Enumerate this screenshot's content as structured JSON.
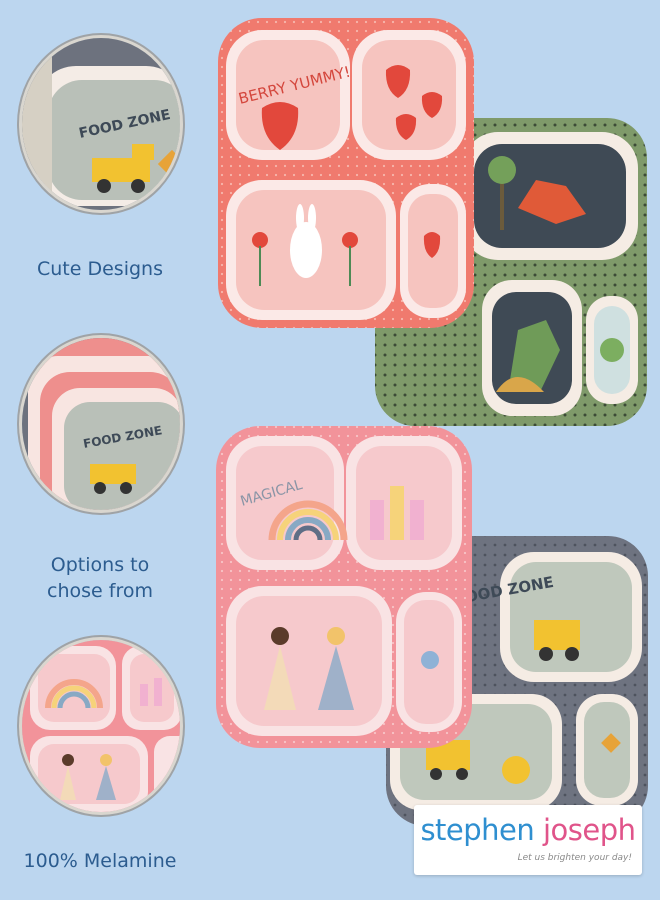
{
  "features": [
    {
      "id": "designs",
      "label": "Cute Designs"
    },
    {
      "id": "options",
      "label": "Options to\nchose from"
    },
    {
      "id": "material",
      "label": "100% Melamine"
    }
  ],
  "plates": {
    "berry": {
      "text": "BERRY YUMMY!",
      "color": "#f07a6e"
    },
    "dino": {
      "color": "#7f9a6a"
    },
    "magical": {
      "text": "MAGICAL",
      "color": "#f2939a"
    },
    "construction": {
      "text": "FOOD ZONE",
      "color": "#6e7380"
    }
  },
  "brand": {
    "word_one": "stephen",
    "word_two": "joseph",
    "tagline": "Let us brighten your day!"
  },
  "colors": {
    "background": "#bcd6ef",
    "caption_text": "#2c5c8f",
    "rim": "#fbe9e7"
  }
}
